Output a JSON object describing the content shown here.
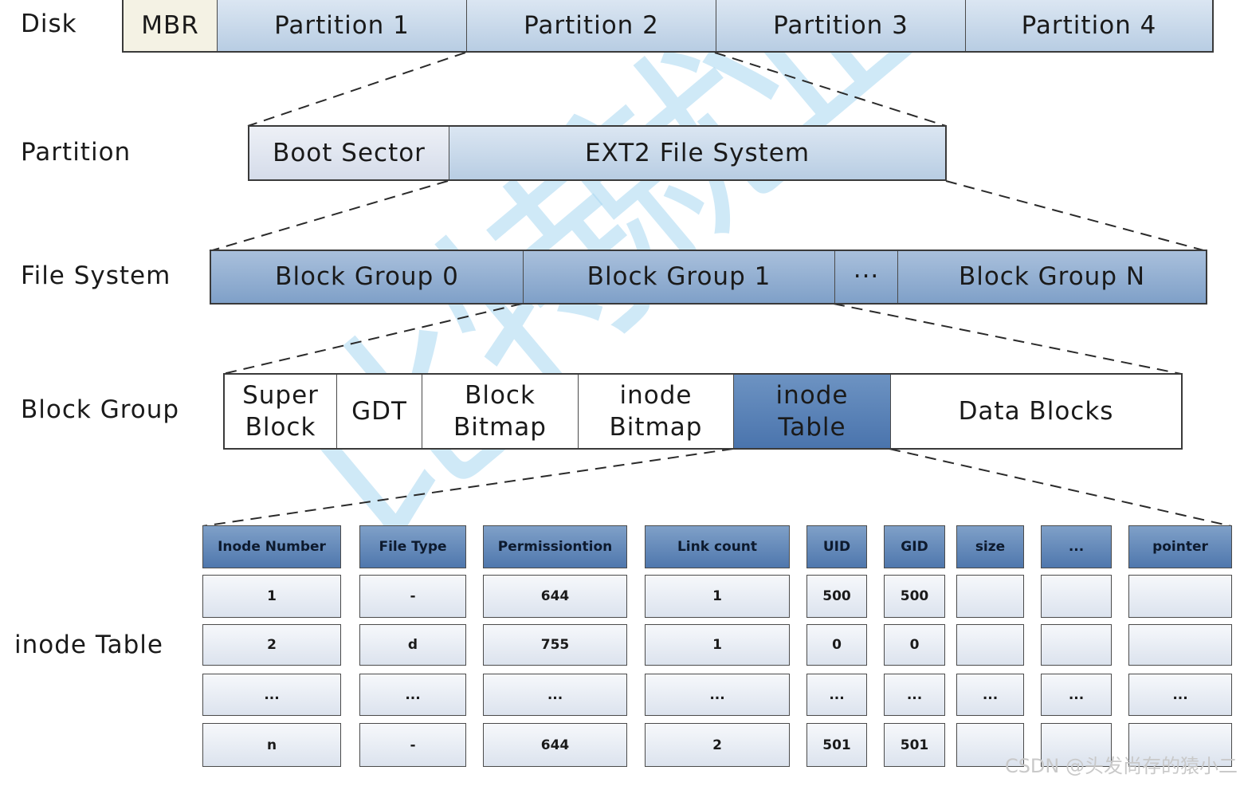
{
  "labels": {
    "disk": "Disk",
    "partition": "Partition",
    "file_system": "File System",
    "block_group": "Block Group",
    "inode_table": "inode Table"
  },
  "disk": [
    "MBR",
    "Partition 1",
    "Partition 2",
    "Partition 3",
    "Partition 4"
  ],
  "partition": [
    "Boot Sector",
    "EXT2 File System"
  ],
  "file_system": [
    "Block Group 0",
    "Block Group 1",
    "···",
    "Block Group N"
  ],
  "block_group": [
    "Super\nBlock",
    "GDT",
    "Block\nBitmap",
    "inode\nBitmap",
    "inode\nTable",
    "Data Blocks"
  ],
  "inode_table": {
    "headers": [
      "Inode Number",
      "File Type",
      "Permissiontion",
      "Link count",
      "UID",
      "GID",
      "size",
      "...",
      "pointer"
    ],
    "rows": [
      [
        "1",
        "-",
        "644",
        "1",
        "500",
        "500",
        "",
        "",
        ""
      ],
      [
        "2",
        "d",
        "755",
        "1",
        "0",
        "0",
        "",
        "",
        ""
      ],
      [
        "...",
        "...",
        "...",
        "...",
        "...",
        "...",
        "...",
        "...",
        "..."
      ],
      [
        "n",
        "-",
        "644",
        "2",
        "501",
        "501",
        "",
        "",
        ""
      ]
    ]
  },
  "watermark": "CSDN @头发尚存的猿小二",
  "watermark_glyphs": [
    "比",
    "特",
    "就",
    "业"
  ]
}
